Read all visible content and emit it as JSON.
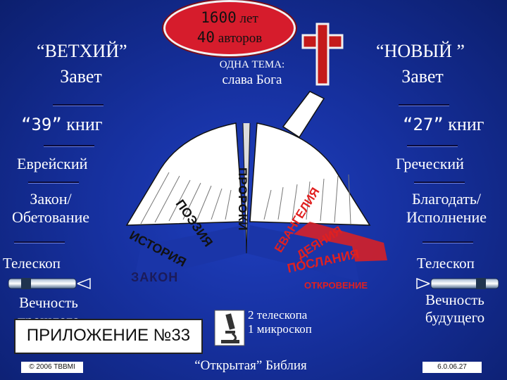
{
  "badge": {
    "line1_num": "1600",
    "line1_word": "лет",
    "line2_num": "40",
    "line2_word": "авторов"
  },
  "center": {
    "theme_label": "ОДНА ТЕМА:",
    "theme_value": "слава Бога"
  },
  "left": {
    "title_quote": "“ВЕТХИЙ”",
    "title_word": "Завет",
    "count_num": "“39”",
    "count_word": "книг",
    "language": "Еврейский",
    "theme": "Закон/ Обетование",
    "tool": "Телескоп",
    "eternity_1": "Вечность",
    "eternity_2": "прошлого"
  },
  "right": {
    "title_quote": "“НОВЫЙ ”",
    "title_word": "Завет",
    "count_num": "“27”",
    "count_word": "книг",
    "language": "Греческий",
    "theme": "Благодать/ Исполнение",
    "tool": "Телескоп",
    "eternity_1": "Вечность",
    "eternity_2": "будущего"
  },
  "book_sections": {
    "law": "ЗАКОН",
    "history": "ИСТОРИЯ",
    "poetry": "ПОЭЗИЯ",
    "prophets": "ПРОРОКИ",
    "gospels": "ЕВАНГЕЛИЯ",
    "acts": "ДЕЯНИЯ",
    "epistles": "ПОСЛАНИЯ",
    "revelation": "ОТКРОВЕНИЕ"
  },
  "instruments": {
    "telescopes": "2 телескопа",
    "microscope": "1 микроскоп"
  },
  "appendix": "ПРИЛОЖЕНИЕ №33",
  "footer": {
    "copyright": "© 2006 TBBMI",
    "open_bible": "“Открытая” Библия",
    "date": "6.0.06.27"
  },
  "colors": {
    "background": "#1a35a8",
    "badge": "#d61c2c",
    "cross": "#c41a1a",
    "book_red": "#e02020"
  }
}
